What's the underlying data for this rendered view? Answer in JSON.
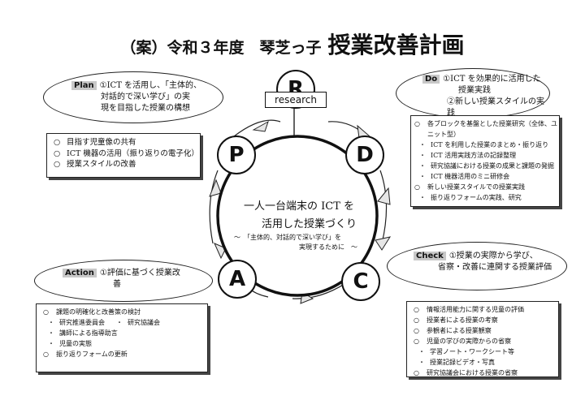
{
  "title": {
    "prefix": "（案）令和３年度　琴芝っ子",
    "main": "授業改善計画"
  },
  "research": {
    "letter": "R",
    "label": "research"
  },
  "cycle": {
    "p": "P",
    "d": "D",
    "a": "A",
    "c": "C"
  },
  "center": {
    "line1": "一人一台端末の ICT を",
    "line2": "活用した授業づくり",
    "sub1": "～　「主体的、対話的で深い学び」を",
    "sub2": "実現するために　～"
  },
  "plan": {
    "tag": "Plan",
    "lines": [
      "①ICT を活用し、「主体的、",
      "対話的で深い学び」の実",
      "現を目指した授業の構想"
    ],
    "items": [
      "目指す児童像の共有",
      "ICT 機器の活用（振り返りの電子化）",
      "授業スタイルの改善"
    ]
  },
  "do": {
    "tag": "Do",
    "lines": [
      "①ICT を効果的に活用した",
      "授業実践",
      "②新しい授業スタイルの実践"
    ],
    "head1": [
      "各ブロックを基盤とした授業研究（全体、ユ",
      "ニット型）"
    ],
    "sub1": [
      "ICT を利用した授業のまとめ・振り返り",
      "ICT 活用実践方法の記録整理",
      "研究協議における授業の成果と課題の発掘",
      "ICT 機器活用のミニ研修会"
    ],
    "head2": "新しい授業スタイルでの授業実践",
    "sub2": [
      "振り返りフォームの実践、研究"
    ]
  },
  "action": {
    "tag": "Action",
    "lines": [
      "①評価に基づく授業改",
      "善"
    ],
    "head1": "課題の明確化と改善策の検討",
    "sub_pair": [
      "研究推進委員会",
      "研究協議会"
    ],
    "sub1": [
      "講師による指導助言",
      "児童の実態"
    ],
    "head2": "振り返りフォームの更新"
  },
  "check": {
    "tag": "Check",
    "num": "①",
    "lines": [
      "授業の実際から学び、",
      "省察・改善に連関する授業評価"
    ],
    "items": [
      "情報活用能力に関する児童の評価",
      "授業者による授業の考察",
      "参観者による授業観察",
      "児童の学びの実際からの省察"
    ],
    "sub": [
      "学習ノート・ワークシート等",
      "授業記録ビデオ・写真"
    ],
    "last": "研究協議会における授業の省察"
  }
}
